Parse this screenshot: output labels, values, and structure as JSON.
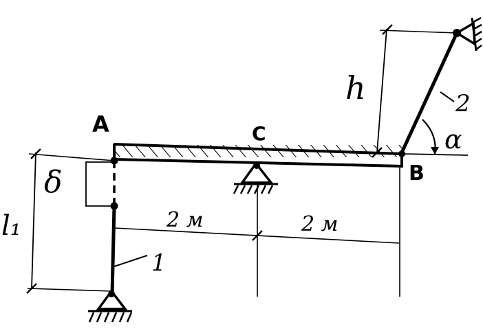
{
  "labels": {
    "point_a": "A",
    "point_c": "C",
    "point_b": "B",
    "rod_1": "1",
    "rod_2": "2",
    "height": "h",
    "length_l1": "l₁",
    "gap": "δ",
    "angle": "α",
    "span_ac": "2 м",
    "span_cb": "2 м"
  },
  "colors": {
    "ink": "#000000",
    "paper": "#ffffff"
  }
}
